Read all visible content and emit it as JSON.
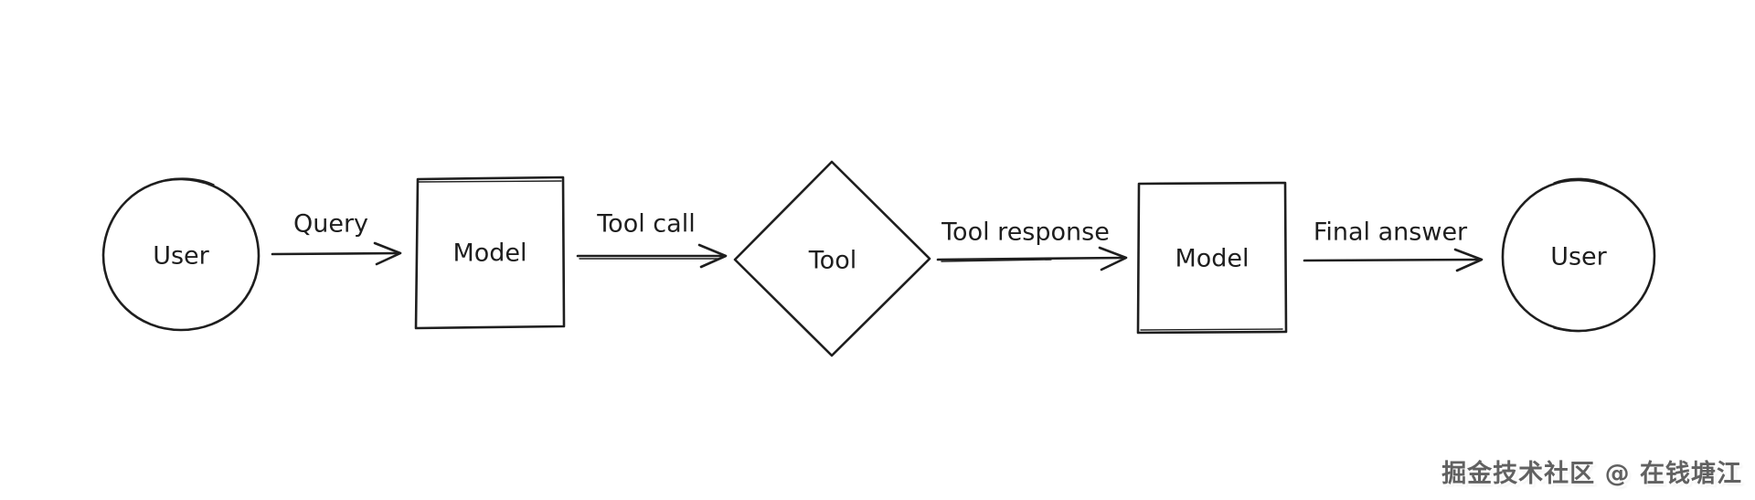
{
  "diagram": {
    "style": "hand-drawn-flowchart",
    "background_color": "#ffffff",
    "stroke_color": "#1e1e1e",
    "nodes": [
      {
        "id": "user-start",
        "shape": "circle",
        "label": "User"
      },
      {
        "id": "model-1",
        "shape": "rectangle",
        "label": "Model"
      },
      {
        "id": "tool",
        "shape": "diamond",
        "label": "Tool"
      },
      {
        "id": "model-2",
        "shape": "rectangle",
        "label": "Model"
      },
      {
        "id": "user-end",
        "shape": "circle",
        "label": "User"
      }
    ],
    "edges": [
      {
        "from": "user-start",
        "to": "model-1",
        "label": "Query"
      },
      {
        "from": "model-1",
        "to": "tool",
        "label": "Tool call"
      },
      {
        "from": "tool",
        "to": "model-2",
        "label": "Tool response"
      },
      {
        "from": "model-2",
        "to": "user-end",
        "label": "Final answer"
      }
    ]
  },
  "watermark": {
    "text": "掘金技术社区 @ 在钱塘江",
    "color": "#616161"
  }
}
